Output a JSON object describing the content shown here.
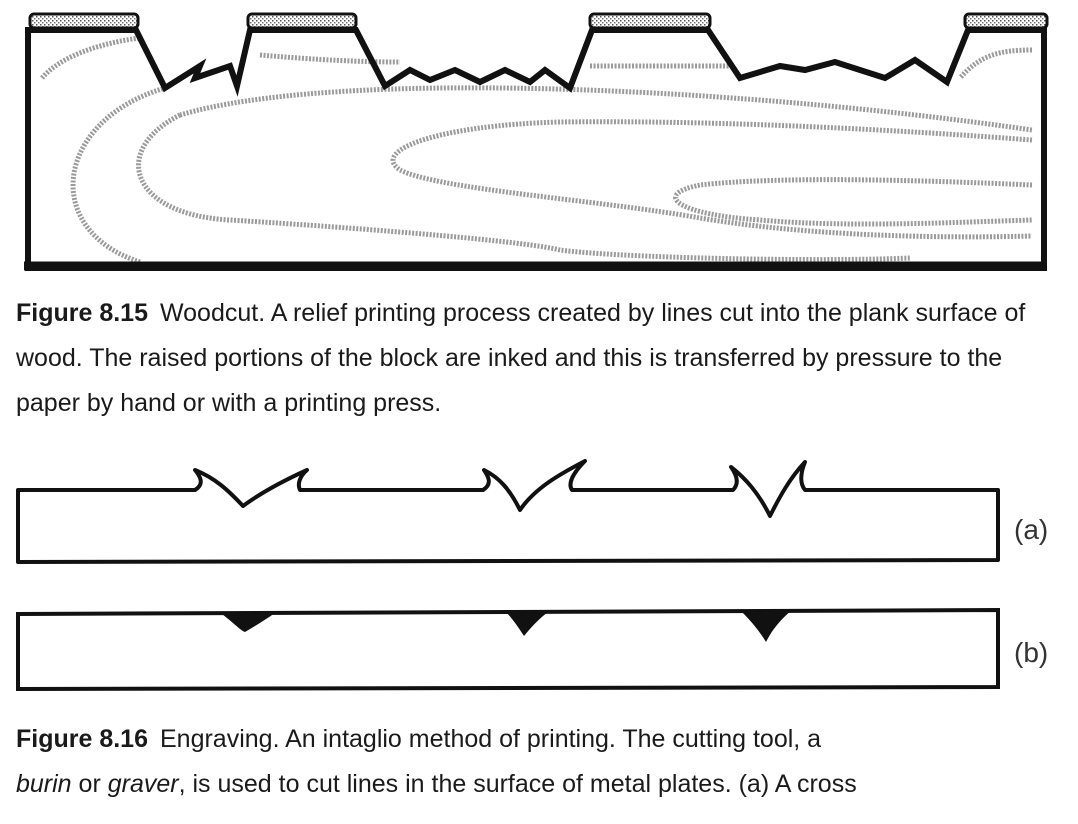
{
  "figure_815": {
    "number": "Figure 8.15",
    "text": "Woodcut. A relief printing process created by lines cut into the plank surface of wood. The raised portions of the block are inked and this is transferred by pressure to the paper by hand or with a printing press."
  },
  "figure_816": {
    "number": "Figure 8.16",
    "text_1": "Engraving. An intaglio method of printing. The cutting tool, a ",
    "term_1": "burin",
    "text_2": " or ",
    "term_2": "graver",
    "text_3": ", is used to cut lines in the surface of metal plates. (a) A cross",
    "label_a": "(a)",
    "label_b": "(b)"
  },
  "colors": {
    "ink": "#111111",
    "grain": "#8a8a8a",
    "paper": "#ffffff"
  }
}
